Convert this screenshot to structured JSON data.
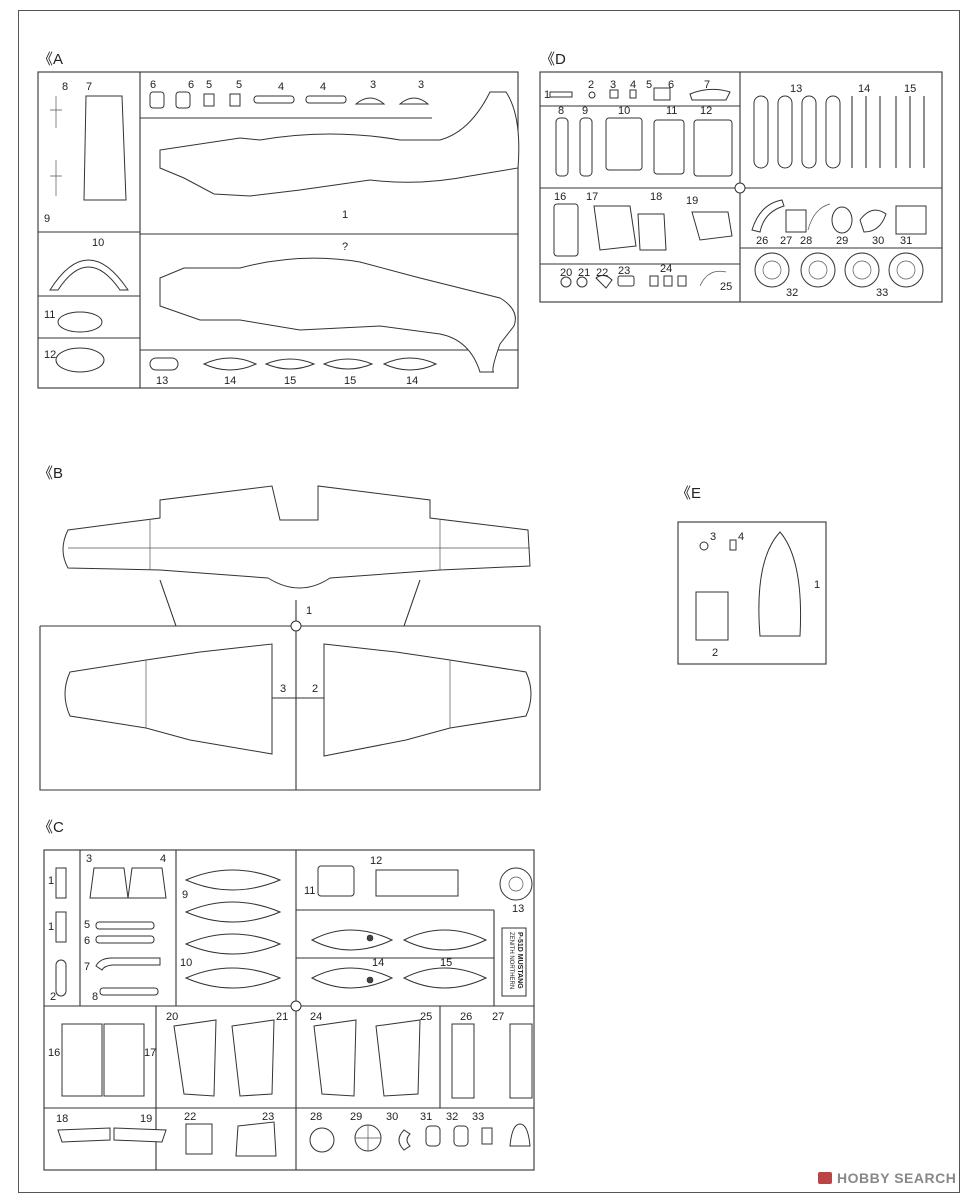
{
  "trees": {
    "A": {
      "label": "《A",
      "parts": [
        "8",
        "7",
        "9",
        "6",
        "6",
        "5",
        "5",
        "4",
        "4",
        "3",
        "3",
        "1",
        "?",
        "10",
        "11",
        "12",
        "13",
        "14",
        "15",
        "15",
        "14"
      ]
    },
    "B": {
      "label": "《B",
      "parts": [
        "1",
        "3",
        "2"
      ]
    },
    "C": {
      "label": "《C",
      "parts": [
        "1",
        "3",
        "4",
        "1",
        "5",
        "6",
        "7",
        "2",
        "8",
        "9",
        "10",
        "11",
        "12",
        "13",
        "14",
        "15",
        "16",
        "17",
        "20",
        "21",
        "24",
        "25",
        "26",
        "27",
        "18",
        "19",
        "22",
        "23",
        "28",
        "29",
        "30",
        "31",
        "32",
        "33"
      ]
    },
    "D": {
      "label": "《D",
      "parts": [
        "1",
        "2",
        "3",
        "4",
        "5",
        "6",
        "7",
        "8",
        "9",
        "10",
        "11",
        "12",
        "13",
        "14",
        "15",
        "16",
        "17",
        "18",
        "19",
        "20",
        "21",
        "22",
        "23",
        "24",
        "25",
        "26",
        "27",
        "28",
        "29",
        "30",
        "31",
        "32",
        "33"
      ]
    },
    "E": {
      "label": "《E",
      "parts": [
        "3",
        "4",
        "1",
        "2"
      ]
    }
  },
  "decal_lines": [
    "ZENITH NORTHERN",
    "P-51D MUSTANG"
  ],
  "watermark": "HOBBY SEARCH"
}
